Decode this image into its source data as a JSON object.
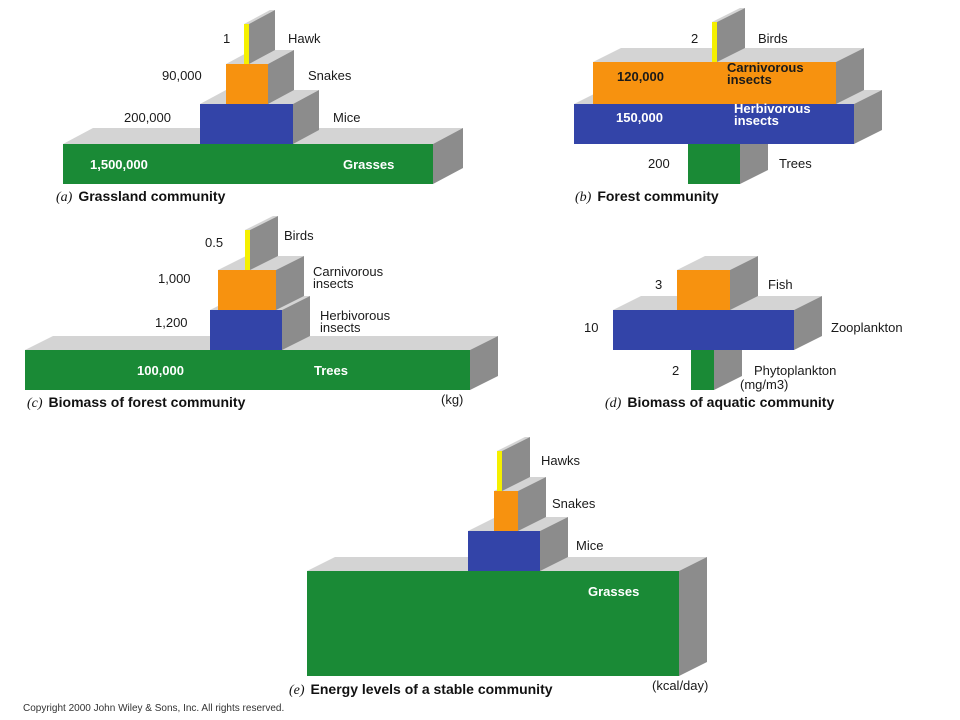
{
  "colors": {
    "grass": "#1a8a36",
    "herb": "#3344a8",
    "carn": "#f7920f",
    "top": "#f5f000",
    "top_face": "#d4d4d4",
    "side_face": "#8c8c8c"
  },
  "panels": [
    {
      "letter": "(a)",
      "title": "Grassland community",
      "unit": "",
      "levels": [
        {
          "name": "Grasses",
          "value": "1,500,000"
        },
        {
          "name": "Mice",
          "value": "200,000"
        },
        {
          "name": "Snakes",
          "value": "90,000"
        },
        {
          "name": "Hawk",
          "value": "1"
        }
      ]
    },
    {
      "letter": "(b)",
      "title": "Forest community",
      "unit": "",
      "levels": [
        {
          "name": "Trees",
          "value": "200"
        },
        {
          "name": "Herbivorous insects",
          "value": "150,000"
        },
        {
          "name": "Carnivorous insects",
          "value": "120,000"
        },
        {
          "name": "Birds",
          "value": "2"
        }
      ]
    },
    {
      "letter": "(c)",
      "title": "Biomass of forest community",
      "unit": "(kg)",
      "levels": [
        {
          "name": "Trees",
          "value": "100,000"
        },
        {
          "name": "Herbivorous insects",
          "value": "1,200"
        },
        {
          "name": "Carnivorous insects",
          "value": "1,000"
        },
        {
          "name": "Birds",
          "value": "0.5"
        }
      ]
    },
    {
      "letter": "(d)",
      "title": "Biomass of aquatic community",
      "unit": "(mg/m3)",
      "levels": [
        {
          "name": "Phytoplankton",
          "value": "2"
        },
        {
          "name": "Zooplankton",
          "value": "10"
        },
        {
          "name": "Fish",
          "value": "3"
        }
      ]
    },
    {
      "letter": "(e)",
      "title": "Energy levels of a stable community",
      "unit": "(kcal/day)",
      "levels": [
        {
          "name": "Grasses",
          "value": ""
        },
        {
          "name": "Mice",
          "value": ""
        },
        {
          "name": "Snakes",
          "value": ""
        },
        {
          "name": "Hawks",
          "value": ""
        }
      ]
    }
  ],
  "copyright": "Copyright 2000 John Wiley & Sons, Inc. All rights reserved."
}
